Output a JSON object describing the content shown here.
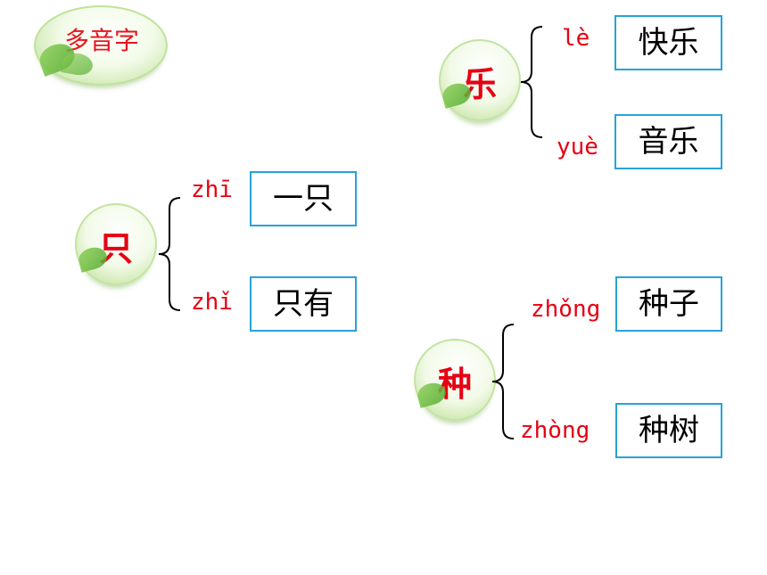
{
  "title": "多音字",
  "groups": [
    {
      "char": "乐",
      "readings": [
        {
          "pinyin": "lè",
          "word": "快乐"
        },
        {
          "pinyin": "yuè",
          "word": "音乐"
        }
      ]
    },
    {
      "char": "只",
      "readings": [
        {
          "pinyin": "zhī",
          "word": "一只"
        },
        {
          "pinyin": "zhǐ",
          "word": "只有"
        }
      ]
    },
    {
      "char": "种",
      "readings": [
        {
          "pinyin": "zhǒng",
          "word": "种子"
        },
        {
          "pinyin": "zhòng",
          "word": "种树"
        }
      ]
    }
  ],
  "colors": {
    "accent": "#e60012",
    "box_border": "#27a3d8",
    "orb_green": "#9fd16d"
  }
}
